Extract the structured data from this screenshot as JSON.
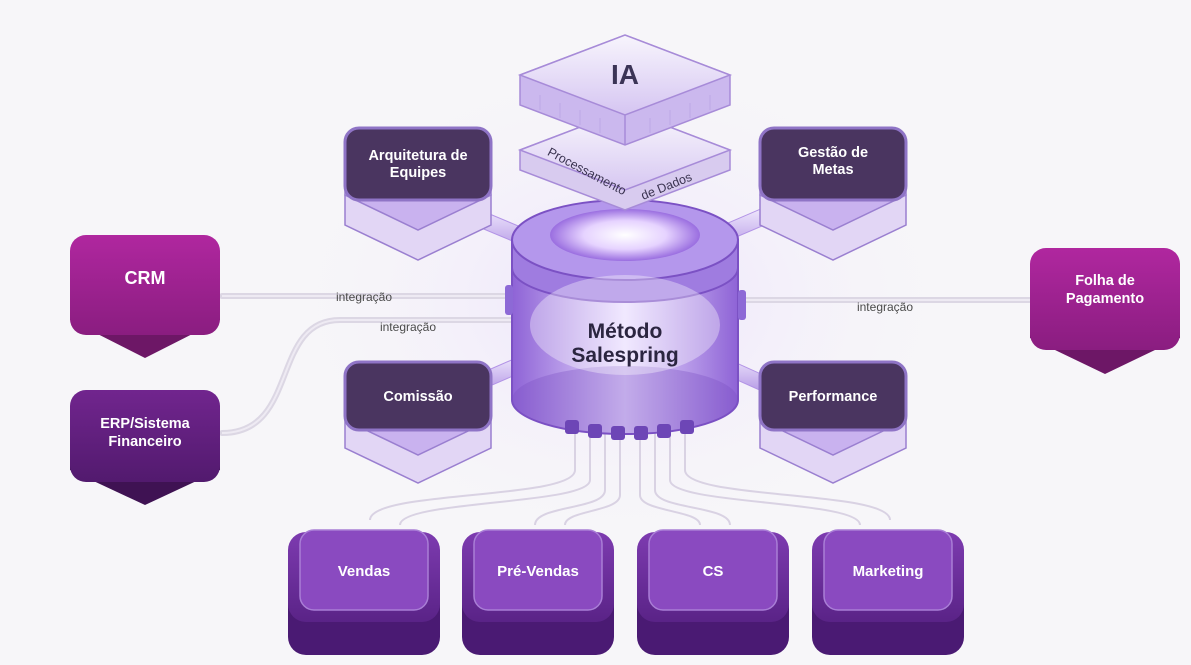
{
  "center": {
    "line1": "Método",
    "line2": "Salespring"
  },
  "ai": {
    "label": "IA",
    "processing_word1": "Processamento",
    "processing_word2": "de Dados"
  },
  "modules": {
    "architecture": {
      "line1": "Arquitetura de",
      "line2": "Equipes"
    },
    "goals": {
      "line1": "Gestão de",
      "line2": "Metas"
    },
    "commission": {
      "line1": "Comissão"
    },
    "performance": {
      "line1": "Performance"
    }
  },
  "systems": {
    "crm": {
      "line1": "CRM"
    },
    "erp": {
      "line1": "ERP/Sistema",
      "line2": "Financeiro"
    },
    "payroll": {
      "line1": "Folha de",
      "line2": "Pagamento"
    }
  },
  "integration_label": "integração",
  "teams": [
    "Vendas",
    "Pré-Vendas",
    "CS",
    "Marketing"
  ],
  "colors": {
    "dark_tile": "#4a3560",
    "bright_magenta": "#9a1f8f",
    "deep_purple": "#5e1f7c",
    "team_purple": "#6a2a9a",
    "glow": "#c89cff"
  }
}
